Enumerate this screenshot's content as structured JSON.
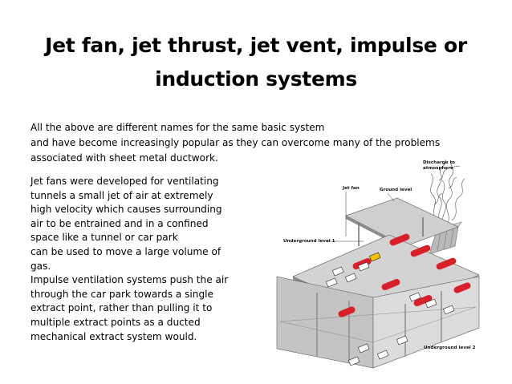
{
  "slide": {
    "title_lines": [
      "Jet fan, jet thrust, jet vent, impulse or",
      "induction systems"
    ],
    "intro_lines": [
      "All the above are different names for the same basic system",
      "and have become increasingly popular as they can overcome many of the problems",
      "associated with sheet metal ductwork."
    ],
    "body_lines": [
      "Jet fans were developed for ventilating",
      "tunnels a small jet of air at extremely",
      "high velocity which causes surrounding",
      "air to be entrained and in a confined",
      "space like a tunnel or car park",
      "can be used to move a large volume of",
      "gas.",
      "Impulse ventilation systems push the air",
      "through the car park towards a single",
      "extract point, rather than pulling it to",
      "multiple extract points as a ducted",
      "mechanical extract system would."
    ]
  },
  "diagram": {
    "labels": {
      "discharge_1": "Discharge to",
      "discharge_2": "atmosphere",
      "jet_fan": "Jet fan",
      "ground_level": "Ground level",
      "underground_1": "Underground level 1",
      "underground_2": "Underground level 2"
    },
    "colors": {
      "fan": "#d8202b",
      "structure": "#9a9a9a",
      "structure_dark": "#6e6e6e",
      "floor": "#c8c8c8",
      "car": "#ffffff",
      "highlight_car": "#f2c200"
    }
  }
}
